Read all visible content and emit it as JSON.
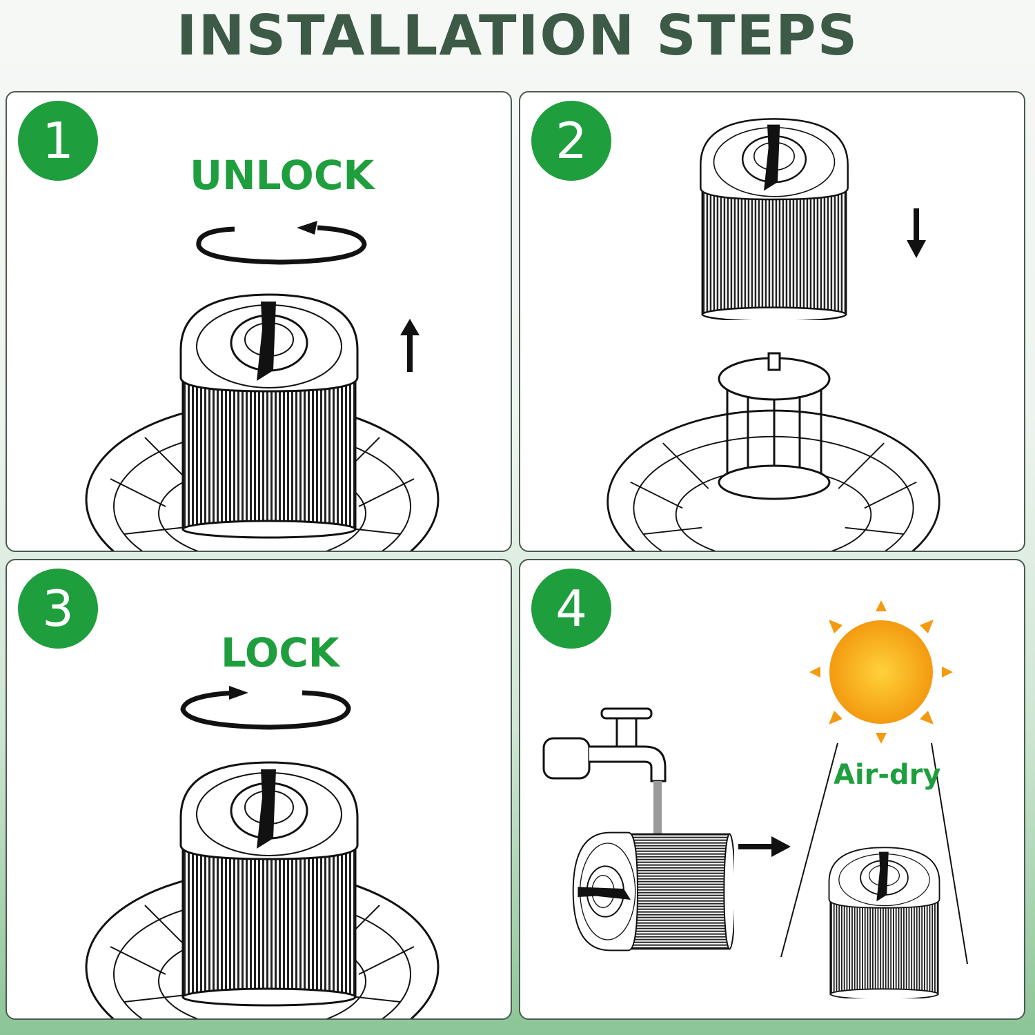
{
  "title": "INSTALLATION STEPS",
  "steps": [
    {
      "number": "1",
      "label": "UNLOCK"
    },
    {
      "number": "2",
      "label": ""
    },
    {
      "number": "3",
      "label": "LOCK"
    },
    {
      "number": "4",
      "label": "Air-dry"
    }
  ],
  "colors": {
    "title": "#3d5a47",
    "accent": "#1f9e3e",
    "sun": "#f6a21a"
  }
}
